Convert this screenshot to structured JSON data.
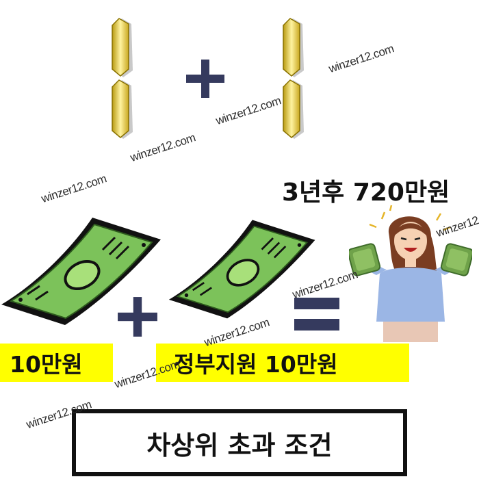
{
  "headline": "3년후 720만원",
  "labels": {
    "own_amount": "10만원",
    "gov_support": "정부지원 10만원"
  },
  "caption": "차상위 초과 조건",
  "watermark": "winzer12.com",
  "icons": [
    "seven-segment-digit-one-icon",
    "plus-icon",
    "banknote-icon",
    "equals-icon",
    "happy-woman-with-money-icon"
  ],
  "colors": {
    "gold": "#e8d24a",
    "navy": "#353a5e",
    "money_green": "#7cc25a",
    "highlight": "#ffff00"
  }
}
